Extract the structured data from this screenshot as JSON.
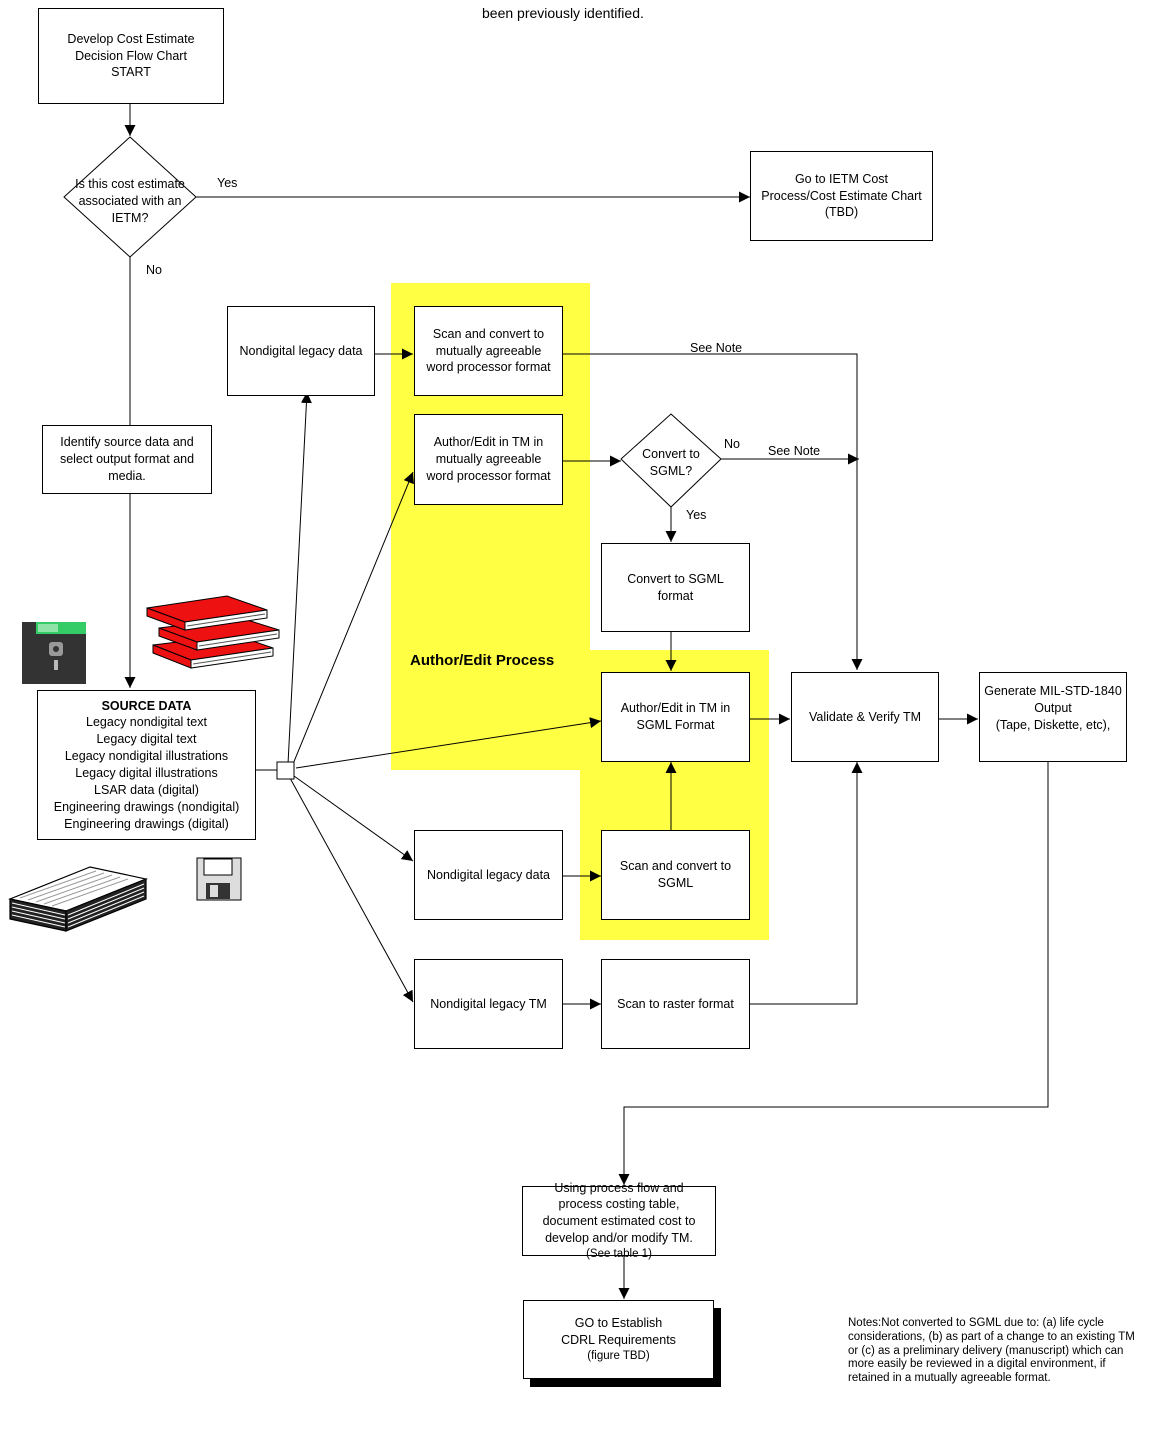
{
  "top_text": "been previously identified.",
  "nodes": {
    "start": [
      "Develop Cost Estimate",
      "Decision Flow Chart",
      "START"
    ],
    "ietm_question": [
      "Is this cost estimate",
      "associated with an",
      "IETM?"
    ],
    "ietm_goto": [
      "Go to IETM Cost",
      "Process/Cost Estimate Chart",
      "(TBD)"
    ],
    "identify": [
      "Identify source data and",
      "select output format and",
      "media."
    ],
    "source_data_title": "SOURCE DATA",
    "source_data_items": [
      "Legacy nondigital text",
      "Legacy digital text",
      "Legacy nondigital illustrations",
      "Legacy digital illustrations",
      "LSAR data (digital)",
      "Engineering drawings (nondigital)",
      "Engineering drawings (digital)"
    ],
    "nondigital_legacy_1": [
      "Nondigital legacy data"
    ],
    "scan_convert_wp": [
      "Scan and convert to",
      "mutually agreeable",
      "word processor format"
    ],
    "author_edit_wp": [
      "Author/Edit in TM in",
      "mutually agreeable",
      "word processor format"
    ],
    "convert_question": [
      "Convert to",
      "SGML?"
    ],
    "convert_sgml": [
      "Convert to SGML",
      "format"
    ],
    "author_edit_sgml": [
      "Author/Edit in TM in",
      "SGML Format"
    ],
    "validate": [
      "Validate & Verify TM"
    ],
    "generate": [
      "Generate MIL-STD-1840",
      "Output",
      "(Tape, Diskette, etc),"
    ],
    "nondigital_legacy_2": [
      "Nondigital legacy data"
    ],
    "scan_convert_sgml": [
      "Scan and convert to",
      "SGML"
    ],
    "nondigital_tm": [
      "Nondigital legacy TM"
    ],
    "scan_raster": [
      "Scan to raster format"
    ],
    "document_cost": [
      "Using process flow and",
      "process costing table,",
      "document estimated cost to",
      "develop and/or modify TM.",
      "(See table 1)"
    ],
    "cdrl": [
      "GO to Establish",
      "CDRL Requirements",
      "(figure TBD)"
    ]
  },
  "labels": {
    "yes_1": "Yes",
    "no_1": "No",
    "see_note_1": "See Note",
    "no_2": "No",
    "see_note_2": "See Note",
    "yes_2": "Yes",
    "author_edit_process": "Author/Edit Process"
  },
  "notes": {
    "label": "Notes:",
    "text": "Not converted to SGML due to: (a) life cycle considerations, (b) as part of a change to an existing TM or (c) as a preliminary delivery (manuscript) which can more easily be reviewed in a digital environment,  if retained in a mutually agreeable format."
  },
  "colors": {
    "highlight": "#ffff44",
    "book_red": "#ee1111",
    "disk_dark": "#333333",
    "disk_green": "#33cc66"
  },
  "icons": [
    "floppy-disk-large-icon",
    "red-books-icon",
    "paper-stack-icon",
    "floppy-disk-small-icon"
  ]
}
